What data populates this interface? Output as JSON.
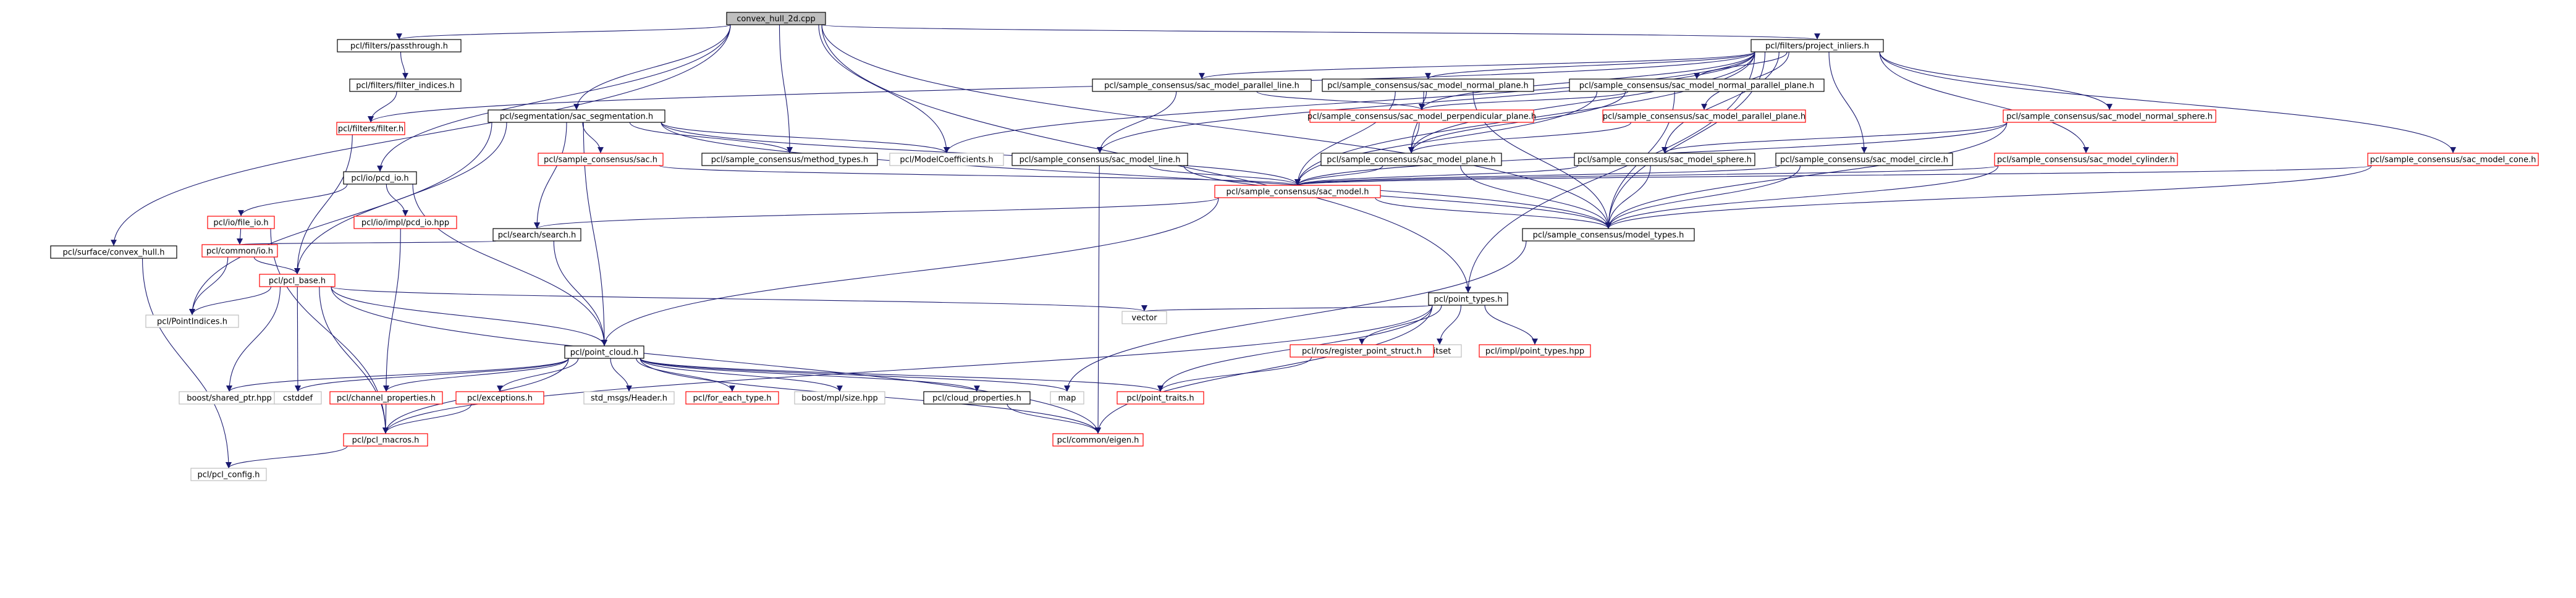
{
  "colors": {
    "edge": "#191970",
    "root_fill": "#bfbfbf",
    "root_border": "#000000",
    "normal_border": "#000000",
    "red_border": "#ff0000",
    "gray_border": "#bfbfbf",
    "fill": "#ffffff",
    "text": "#000000"
  },
  "nodes": [
    {
      "id": "n_root",
      "label": "convex_hull_2d.cpp",
      "style": "root"
    },
    {
      "id": "n_passthrough",
      "label": "pcl/filters/passthrough.h",
      "style": "black"
    },
    {
      "id": "n_filter_indices",
      "label": "pcl/filters/filter_indices.h",
      "style": "black"
    },
    {
      "id": "n_filter",
      "label": "pcl/filters/filter.h",
      "style": "red"
    },
    {
      "id": "n_convex_hull",
      "label": "pcl/surface/convex_hull.h",
      "style": "black"
    },
    {
      "id": "n_pcd_io",
      "label": "pcl/io/pcd_io.h",
      "style": "black"
    },
    {
      "id": "n_file_io",
      "label": "pcl/io/file_io.h",
      "style": "red"
    },
    {
      "id": "n_common_io",
      "label": "pcl/common/io.h",
      "style": "red"
    },
    {
      "id": "n_pcd_io_hpp",
      "label": "pcl/io/impl/pcd_io.hpp",
      "style": "red"
    },
    {
      "id": "n_pcl_base",
      "label": "pcl/pcl_base.h",
      "style": "red"
    },
    {
      "id": "n_point_indices",
      "label": "pcl/PointIndices.h",
      "style": "gray"
    },
    {
      "id": "n_sac_segmentation",
      "label": "pcl/segmentation/sac_segmentation.h",
      "style": "black"
    },
    {
      "id": "n_sac",
      "label": "pcl/sample_consensus/sac.h",
      "style": "red"
    },
    {
      "id": "n_method_types",
      "label": "pcl/sample_consensus/method_types.h",
      "style": "black"
    },
    {
      "id": "n_model_coefficients",
      "label": "pcl/ModelCoefficients.h",
      "style": "gray"
    },
    {
      "id": "n_search",
      "label": "pcl/search/search.h",
      "style": "black"
    },
    {
      "id": "n_project_inliers",
      "label": "pcl/filters/project_inliers.h",
      "style": "black"
    },
    {
      "id": "n_sac_parallel_line",
      "label": "pcl/sample_consensus/sac_model_parallel_line.h",
      "style": "black"
    },
    {
      "id": "n_sac_normal_plane",
      "label": "pcl/sample_consensus/sac_model_normal_plane.h",
      "style": "black"
    },
    {
      "id": "n_sac_normal_parallel_plane",
      "label": "pcl/sample_consensus/sac_model_normal_parallel_plane.h",
      "style": "black"
    },
    {
      "id": "n_sac_perpendicular_plane",
      "label": "pcl/sample_consensus/sac_model_perpendicular_plane.h",
      "style": "red"
    },
    {
      "id": "n_sac_parallel_plane",
      "label": "pcl/sample_consensus/sac_model_parallel_plane.h",
      "style": "red"
    },
    {
      "id": "n_sac_normal_sphere",
      "label": "pcl/sample_consensus/sac_model_normal_sphere.h",
      "style": "red"
    },
    {
      "id": "n_sac_line",
      "label": "pcl/sample_consensus/sac_model_line.h",
      "style": "black"
    },
    {
      "id": "n_sac_plane",
      "label": "pcl/sample_consensus/sac_model_plane.h",
      "style": "black"
    },
    {
      "id": "n_sac_sphere",
      "label": "pcl/sample_consensus/sac_model_sphere.h",
      "style": "black"
    },
    {
      "id": "n_sac_circle",
      "label": "pcl/sample_consensus/sac_model_circle.h",
      "style": "black"
    },
    {
      "id": "n_sac_cylinder",
      "label": "pcl/sample_consensus/sac_model_cylinder.h",
      "style": "red"
    },
    {
      "id": "n_sac_cone",
      "label": "pcl/sample_consensus/sac_model_cone.h",
      "style": "red"
    },
    {
      "id": "n_sac_model",
      "label": "pcl/sample_consensus/sac_model.h",
      "style": "red"
    },
    {
      "id": "n_model_types",
      "label": "pcl/sample_consensus/model_types.h",
      "style": "black"
    },
    {
      "id": "n_point_types",
      "label": "pcl/point_types.h",
      "style": "black"
    },
    {
      "id": "n_vector",
      "label": "vector",
      "style": "gray"
    },
    {
      "id": "n_bitset",
      "label": "bitset",
      "style": "gray"
    },
    {
      "id": "n_register_point_struct",
      "label": "pcl/ros/register_point_struct.h",
      "style": "red"
    },
    {
      "id": "n_impl_point_types",
      "label": "pcl/impl/point_types.hpp",
      "style": "red"
    },
    {
      "id": "n_point_cloud",
      "label": "pcl/point_cloud.h",
      "style": "black"
    },
    {
      "id": "n_shared_ptr",
      "label": "boost/shared_ptr.hpp",
      "style": "gray"
    },
    {
      "id": "n_cstddef",
      "label": "cstddef",
      "style": "gray"
    },
    {
      "id": "n_channel_properties",
      "label": "pcl/channel_properties.h",
      "style": "red"
    },
    {
      "id": "n_exceptions",
      "label": "pcl/exceptions.h",
      "style": "red"
    },
    {
      "id": "n_std_msgs_header",
      "label": "std_msgs/Header.h",
      "style": "gray"
    },
    {
      "id": "n_for_each_type",
      "label": "pcl/for_each_type.h",
      "style": "red"
    },
    {
      "id": "n_mpl_size",
      "label": "boost/mpl/size.hpp",
      "style": "gray"
    },
    {
      "id": "n_cloud_properties",
      "label": "pcl/cloud_properties.h",
      "style": "black"
    },
    {
      "id": "n_map",
      "label": "map",
      "style": "gray"
    },
    {
      "id": "n_point_traits",
      "label": "pcl/point_traits.h",
      "style": "red"
    },
    {
      "id": "n_pcl_macros",
      "label": "pcl/pcl_macros.h",
      "style": "red"
    },
    {
      "id": "n_common_eigen",
      "label": "pcl/common/eigen.h",
      "style": "red"
    },
    {
      "id": "n_pcl_config",
      "label": "pcl/pcl_config.h",
      "style": "gray"
    }
  ],
  "edges": [
    [
      "n_root",
      "n_passthrough"
    ],
    [
      "n_root",
      "n_pcd_io"
    ],
    [
      "n_root",
      "n_sac_segmentation"
    ],
    [
      "n_root",
      "n_method_types"
    ],
    [
      "n_root",
      "n_model_coefficients"
    ],
    [
      "n_root",
      "n_project_inliers"
    ],
    [
      "n_root",
      "n_convex_hull"
    ],
    [
      "n_root",
      "n_model_types"
    ],
    [
      "n_root",
      "n_point_types"
    ],
    [
      "n_passthrough",
      "n_filter_indices"
    ],
    [
      "n_filter_indices",
      "n_filter"
    ],
    [
      "n_filter",
      "n_pcl_base"
    ],
    [
      "n_convex_hull",
      "n_pcl_config"
    ],
    [
      "n_pcd_io",
      "n_file_io"
    ],
    [
      "n_pcd_io",
      "n_pcd_io_hpp"
    ],
    [
      "n_pcd_io",
      "n_point_cloud"
    ],
    [
      "n_file_io",
      "n_common_io"
    ],
    [
      "n_file_io",
      "n_pcl_macros"
    ],
    [
      "n_common_io",
      "n_pcl_base"
    ],
    [
      "n_common_io",
      "n_point_indices"
    ],
    [
      "n_pcd_io_hpp",
      "n_channel_properties"
    ],
    [
      "n_sac_segmentation",
      "n_sac"
    ],
    [
      "n_sac_segmentation",
      "n_method_types"
    ],
    [
      "n_sac_segmentation",
      "n_model_coefficients"
    ],
    [
      "n_sac_segmentation",
      "n_search"
    ],
    [
      "n_sac_segmentation",
      "n_sac_model"
    ],
    [
      "n_sac_segmentation",
      "n_pcl_base"
    ],
    [
      "n_sac_segmentation",
      "n_point_indices"
    ],
    [
      "n_sac_segmentation",
      "n_model_types"
    ],
    [
      "n_sac_segmentation",
      "n_point_cloud"
    ],
    [
      "n_sac",
      "n_sac_model"
    ],
    [
      "n_search",
      "n_common_io"
    ],
    [
      "n_search",
      "n_point_cloud"
    ],
    [
      "n_project_inliers",
      "n_filter"
    ],
    [
      "n_project_inliers",
      "n_model_coefficients"
    ],
    [
      "n_project_inliers",
      "n_sac_parallel_line"
    ],
    [
      "n_project_inliers",
      "n_sac_normal_plane"
    ],
    [
      "n_project_inliers",
      "n_sac_normal_parallel_plane"
    ],
    [
      "n_project_inliers",
      "n_sac_perpendicular_plane"
    ],
    [
      "n_project_inliers",
      "n_sac_parallel_plane"
    ],
    [
      "n_project_inliers",
      "n_sac_normal_sphere"
    ],
    [
      "n_project_inliers",
      "n_sac_line"
    ],
    [
      "n_project_inliers",
      "n_sac_plane"
    ],
    [
      "n_project_inliers",
      "n_sac_sphere"
    ],
    [
      "n_project_inliers",
      "n_sac_circle"
    ],
    [
      "n_project_inliers",
      "n_sac_cylinder"
    ],
    [
      "n_project_inliers",
      "n_sac_cone"
    ],
    [
      "n_project_inliers",
      "n_sac_model"
    ],
    [
      "n_project_inliers",
      "n_model_types"
    ],
    [
      "n_project_inliers",
      "n_point_types"
    ],
    [
      "n_sac_parallel_line",
      "n_sac_line"
    ],
    [
      "n_sac_parallel_line",
      "n_sac_perpendicular_plane"
    ],
    [
      "n_sac_normal_plane",
      "n_sac_perpendicular_plane"
    ],
    [
      "n_sac_normal_plane",
      "n_sac_plane"
    ],
    [
      "n_sac_normal_plane",
      "n_sac_model"
    ],
    [
      "n_sac_normal_plane",
      "n_model_types"
    ],
    [
      "n_sac_normal_parallel_plane",
      "n_sac_perpendicular_plane"
    ],
    [
      "n_sac_normal_parallel_plane",
      "n_sac_plane"
    ],
    [
      "n_sac_normal_parallel_plane",
      "n_sac_model"
    ],
    [
      "n_sac_normal_parallel_plane",
      "n_model_types"
    ],
    [
      "n_sac_perpendicular_plane",
      "n_sac_plane"
    ],
    [
      "n_sac_parallel_plane",
      "n_sac_plane"
    ],
    [
      "n_sac_normal_sphere",
      "n_sac_sphere"
    ],
    [
      "n_sac_normal_sphere",
      "n_sac_model"
    ],
    [
      "n_sac_normal_sphere",
      "n_model_types"
    ],
    [
      "n_sac_line",
      "n_sac_model"
    ],
    [
      "n_sac_line",
      "n_model_types"
    ],
    [
      "n_sac_line",
      "n_common_eigen"
    ],
    [
      "n_sac_plane",
      "n_sac_model"
    ],
    [
      "n_sac_plane",
      "n_model_types"
    ],
    [
      "n_sac_sphere",
      "n_sac_model"
    ],
    [
      "n_sac_sphere",
      "n_model_types"
    ],
    [
      "n_sac_circle",
      "n_sac_model"
    ],
    [
      "n_sac_circle",
      "n_model_types"
    ],
    [
      "n_sac_cylinder",
      "n_sac_model"
    ],
    [
      "n_sac_cylinder",
      "n_model_types"
    ],
    [
      "n_sac_cone",
      "n_sac_model"
    ],
    [
      "n_sac_cone",
      "n_model_types"
    ],
    [
      "n_sac_model",
      "n_model_types"
    ],
    [
      "n_sac_model",
      "n_search"
    ],
    [
      "n_sac_model",
      "n_point_cloud"
    ],
    [
      "n_model_types",
      "n_map"
    ],
    [
      "n_pcl_base",
      "n_point_cloud"
    ],
    [
      "n_pcl_base",
      "n_point_indices"
    ],
    [
      "n_pcl_base",
      "n_vector"
    ],
    [
      "n_pcl_base",
      "n_shared_ptr"
    ],
    [
      "n_pcl_base",
      "n_cstddef"
    ],
    [
      "n_pcl_base",
      "n_pcl_macros"
    ],
    [
      "n_pcl_base",
      "n_common_eigen"
    ],
    [
      "n_point_types",
      "n_vector"
    ],
    [
      "n_point_types",
      "n_bitset"
    ],
    [
      "n_point_types",
      "n_register_point_struct"
    ],
    [
      "n_point_types",
      "n_impl_point_types"
    ],
    [
      "n_point_types",
      "n_pcl_macros"
    ],
    [
      "n_point_types",
      "n_point_traits"
    ],
    [
      "n_point_types",
      "n_common_eigen"
    ],
    [
      "n_register_point_struct",
      "n_point_traits"
    ],
    [
      "n_point_cloud",
      "n_shared_ptr"
    ],
    [
      "n_point_cloud",
      "n_cstddef"
    ],
    [
      "n_point_cloud",
      "n_channel_properties"
    ],
    [
      "n_point_cloud",
      "n_exceptions"
    ],
    [
      "n_point_cloud",
      "n_std_msgs_header"
    ],
    [
      "n_point_cloud",
      "n_for_each_type"
    ],
    [
      "n_point_cloud",
      "n_mpl_size"
    ],
    [
      "n_point_cloud",
      "n_cloud_properties"
    ],
    [
      "n_point_cloud",
      "n_map"
    ],
    [
      "n_point_cloud",
      "n_point_traits"
    ],
    [
      "n_point_cloud",
      "n_pcl_macros"
    ],
    [
      "n_point_cloud",
      "n_common_eigen"
    ],
    [
      "n_channel_properties",
      "n_pcl_macros"
    ],
    [
      "n_exceptions",
      "n_pcl_macros"
    ],
    [
      "n_cloud_properties",
      "n_common_eigen"
    ],
    [
      "n_pcl_macros",
      "n_pcl_config"
    ]
  ]
}
